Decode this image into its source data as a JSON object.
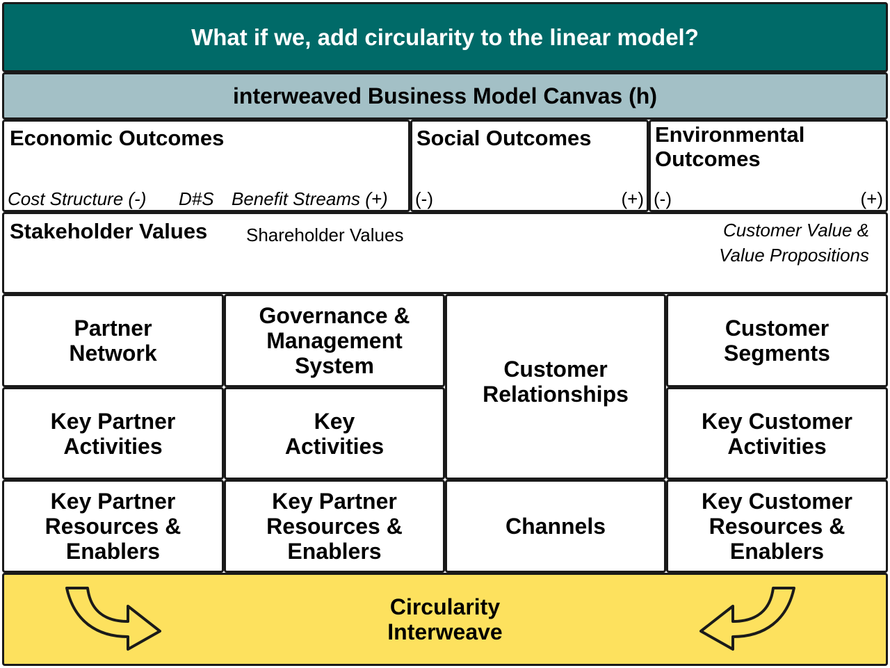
{
  "title": "What if we, add circularity to the linear model?",
  "subtitle": "interweaved Business Model Canvas (h)",
  "outcomes": {
    "economic": {
      "label": "Economic Outcomes",
      "cost": "Cost Structure (-)",
      "mid": "D#S",
      "benefit": "Benefit Streams (+)"
    },
    "social": {
      "label": "Social Outcomes",
      "minus": "(-)",
      "plus": "(+)"
    },
    "environmental": {
      "label_line1": "Environmental",
      "label_line2": "Outcomes",
      "minus": "(-)",
      "plus": "(+)"
    }
  },
  "stakeholder": {
    "label": "Stakeholder Values",
    "shareholder": "Shareholder Values",
    "customer_value_line1": "Customer Value &",
    "customer_value_line2": "Value Propositions"
  },
  "grid": {
    "partner_network": [
      "Partner",
      "Network"
    ],
    "governance": [
      "Governance &",
      "Management",
      "System"
    ],
    "customer_relationships": [
      "Customer",
      "Relationships"
    ],
    "customer_segments": [
      "Customer",
      "Segments"
    ],
    "key_partner_activities": [
      "Key Partner",
      "Activities"
    ],
    "key_activities": [
      "Key",
      "Activities"
    ],
    "key_customer_activities": [
      "Key Customer",
      "Activities"
    ],
    "key_partner_resources_1": [
      "Key Partner",
      "Resources &",
      "Enablers"
    ],
    "key_partner_resources_2": [
      "Key Partner",
      "Resources &",
      "Enablers"
    ],
    "channels": [
      "Channels"
    ],
    "key_customer_resources": [
      "Key Customer",
      "Resources &",
      "Enablers"
    ]
  },
  "circularity": [
    "Circularity",
    "Interweave"
  ],
  "colors": {
    "title_bg": "#006a68",
    "subtitle_bg": "#a3c0c6",
    "circularity_bg": "#fde15e"
  },
  "icons": {
    "left_arrow": "curved-arrow-right-icon",
    "right_arrow": "curved-arrow-left-icon"
  }
}
